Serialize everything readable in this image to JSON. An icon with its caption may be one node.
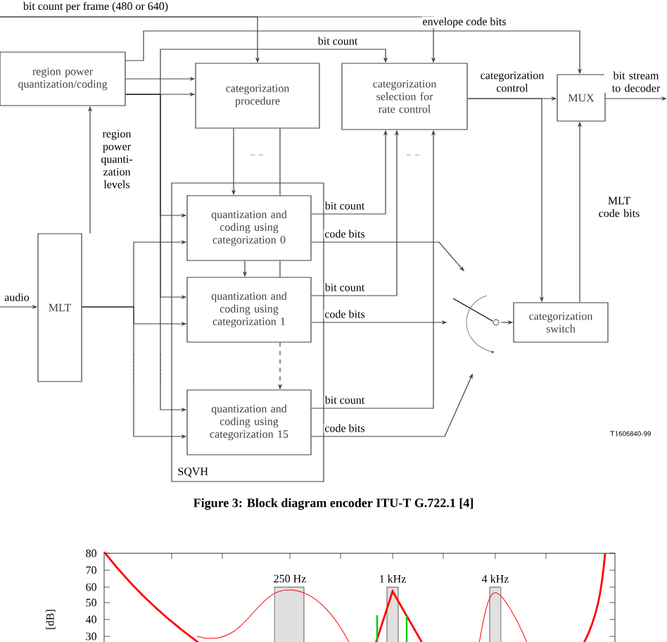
{
  "diagram": {
    "caption": "Figure 3: Block diagram encoder ITU-T G.722.1 [4]",
    "nodes": [
      {
        "text": [
          "region power quantization/coding"
        ]
      },
      {
        "text": [
          "categorization procedure"
        ]
      },
      {
        "text": [
          "categorization selection for rate control"
        ]
      },
      {
        "text": [
          "MUX"
        ]
      },
      {
        "text": [
          "MLT"
        ]
      },
      {
        "text": [
          "SQVH"
        ]
      },
      {
        "text": [
          "quantization and coding using categorization 0"
        ],
        "in": 5
      },
      {
        "text": [
          "quantization and coding using categorization 1"
        ],
        "in": 5
      },
      {
        "text": [
          "quantization and coding using categorization 15"
        ],
        "in": 5
      },
      {
        "text": [
          "categorization switch"
        ]
      },
      {
        "text": [],
        "shape": "switch"
      }
    ],
    "edges": [
      {
        "from": 0,
        "to": 1,
        "arrow": "to"
      },
      {
        "from": 0,
        "to": 1,
        "arrow": "to"
      },
      {
        "from": null,
        "to": 1,
        "arrow": "to",
        "label": "bit count per frame (480 or 640)"
      },
      {
        "from": null,
        "to": 2,
        "arrow": "to"
      },
      {
        "from": 0,
        "to": 3,
        "arrow": "to",
        "label": "envelope code bits"
      },
      {
        "from": 0,
        "to": 2,
        "arrow": "to",
        "label": "bit count"
      },
      {
        "from": 0,
        "to": 6,
        "arrow": "to"
      },
      {
        "from": 0,
        "to": 7,
        "arrow": "to"
      },
      {
        "from": 0,
        "to": 8,
        "arrow": "to"
      },
      {
        "from": 4,
        "to": 0,
        "arrow": "to",
        "label": "region power quanti- zation levels"
      },
      {
        "from": null,
        "to": 4,
        "arrow": "to",
        "label": "audio"
      },
      {
        "from": 4,
        "to": 6,
        "arrow": "to"
      },
      {
        "from": 4,
        "to": 7,
        "arrow": "to"
      },
      {
        "from": 4,
        "to": 8,
        "arrow": "to"
      },
      {
        "from": 1,
        "to": 6,
        "arrow": "to"
      },
      {
        "from": 1,
        "to": 6,
        "arrow": "none"
      },
      {
        "from": 6,
        "to": 7,
        "arrow": "to"
      },
      {
        "from": 6,
        "to": 7,
        "arrow": "none"
      },
      {
        "from": 7,
        "to": 8,
        "arrow": "to",
        "style": "dashed"
      },
      {
        "from": 6,
        "to": 2,
        "arrow": "to",
        "label": "bit count"
      },
      {
        "from": 7,
        "to": 2,
        "arrow": "to",
        "label": "bit count"
      },
      {
        "from": 8,
        "to": 2,
        "arrow": "to",
        "label": "bit count"
      },
      {
        "from": 6,
        "to": 10,
        "arrow": "to",
        "label": "code bits"
      },
      {
        "from": 7,
        "to": 10,
        "arrow": "to",
        "label": "code bits"
      },
      {
        "from": 8,
        "to": 10,
        "arrow": "to",
        "label": "code bits"
      },
      {
        "from": 10,
        "to": 9,
        "arrow": "to"
      },
      {
        "from": 2,
        "to": 3,
        "arrow": "to",
        "label": "categorization control"
      },
      {
        "from": 2,
        "to": 9,
        "arrow": "to"
      },
      {
        "from": 9,
        "to": 3,
        "arrow": "to",
        "label": "MLT code bits"
      },
      {
        "from": 3,
        "to": null,
        "arrow": "to",
        "label": "bit stream to decoder"
      }
    ],
    "labels": [
      "T1606840-99",
      "80",
      "70",
      "60",
      "50",
      "40",
      "30",
      "[dB]",
      "250 Hz",
      "1 kHz",
      "4 kHz"
    ]
  }
}
